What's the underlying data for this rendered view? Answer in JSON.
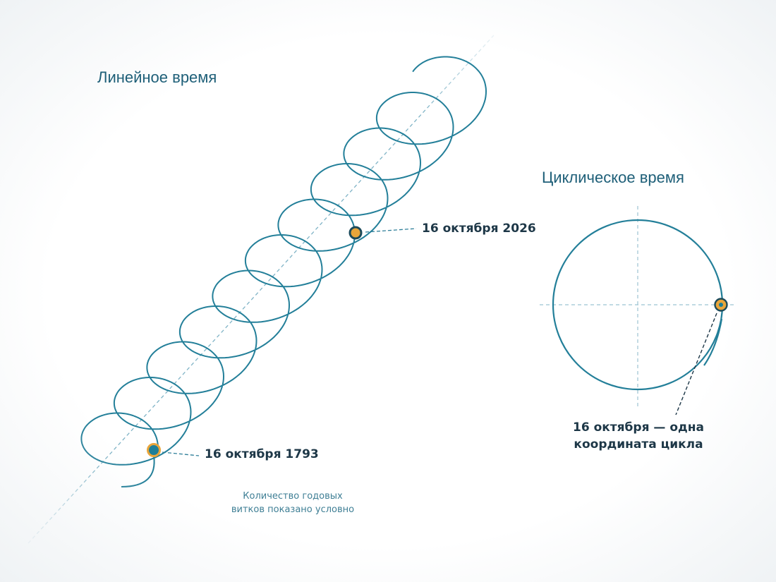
{
  "linear": {
    "title": "Линейное время",
    "date_start": "16 октября 1793",
    "date_end": "16 октября 2026",
    "note_line1": "Количество годовых",
    "note_line2": "витков показано условно"
  },
  "cyclic": {
    "title": "Циклическое время",
    "caption_line1": "16 октября — одна",
    "caption_line2": "координата цикла"
  },
  "colors": {
    "spiral": "#237f99",
    "axis": "#7fb3c6",
    "marker_fill_orange": "#e9a53a",
    "marker_fill_teal": "#1d7f98",
    "marker_ring_dark": "#1c4a5a",
    "text_dark": "#1d3747",
    "title": "#1e5f78"
  }
}
